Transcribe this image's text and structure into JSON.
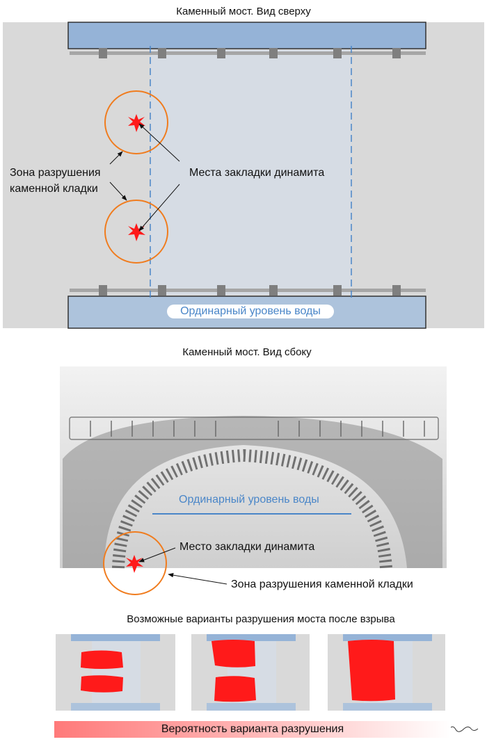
{
  "top_view": {
    "title": "Каменный мост. Вид сверху",
    "zone_label_line1": "Зона разрушения",
    "zone_label_line2": "каменной кладки",
    "dynamite_label": "Места закладки динамита",
    "water_label": "Ординарный уровень воды"
  },
  "side_view": {
    "title": "Каменный мост. Вид сбоку",
    "water_label": "Ординарный уровень воды",
    "dynamite_label": "Место закладки динамита",
    "zone_label": "Зона разрушения каменной кладки"
  },
  "variants": {
    "title": "Возможные варианты разрушения моста после взрыва",
    "probability_label": "Вероятность варианта разрушения"
  },
  "colors": {
    "water_top": "#95b3d7",
    "water_bottom": "#adc3dc",
    "bank": "#d9d9d9",
    "bridge": "#d6dce4",
    "zone": "#f07c1e",
    "explosion": "#ff1a1a",
    "water_line": "#4a86c8"
  }
}
